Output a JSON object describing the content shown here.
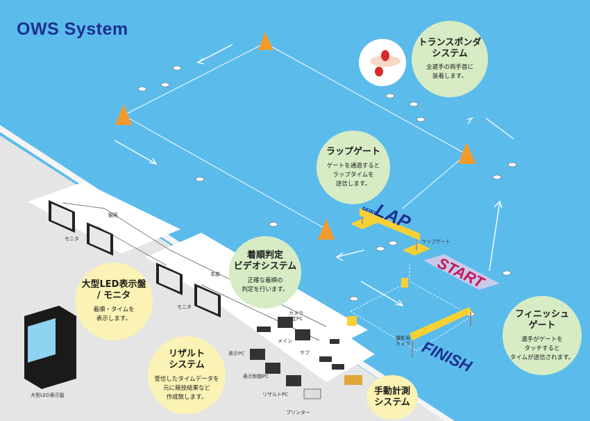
{
  "title": "OWS System",
  "bubbles": {
    "transponder": {
      "title_1": "トランスポンダ",
      "title_2": "システム",
      "desc_1": "全選手の両手首に",
      "desc_2": "装着します。"
    },
    "lapgate": {
      "title_1": "ラップゲート",
      "desc_1": "ゲートを通過すると",
      "desc_2": "ラップタイムを",
      "desc_3": "送信します。"
    },
    "video": {
      "title_1": "着順判定",
      "title_2": "ビデオシステム",
      "desc_1": "正確な着順の",
      "desc_2": "判定を行います。"
    },
    "led": {
      "title_1": "大型LED表示盤",
      "title_2": "/ モニタ",
      "desc_1": "着順・タイムを",
      "desc_2": "表示します。"
    },
    "finish": {
      "title_1": "フィニッシュ",
      "title_2": "ゲート",
      "desc_1": "選手がゲートを",
      "desc_2": "タッチすると",
      "desc_3": "タイムが送信されます。"
    },
    "result": {
      "title_1": "リザルト",
      "title_2": "システム",
      "desc_1": "受信したタイムデータを",
      "desc_2": "元に競技結果など",
      "desc_3": "作成致します。"
    },
    "manual": {
      "title_1": "手動計測",
      "title_2": "システム"
    }
  },
  "labels": {
    "audience": "観客",
    "monitor_1": "モニタ",
    "headquarters": "本部",
    "monitor_2": "モニタ",
    "led_board": "大型LED表示盤",
    "camera_pc": "カメラ",
    "camera_pc_2": "判定PC",
    "main": "メイン",
    "sub": "サブ",
    "display_pc": "表示PC",
    "display_control_pc": "表示制御PC",
    "result_pc": "リザルトPC",
    "printer": "プリンター",
    "lap_gate": "ラップゲート",
    "camera_1": "撮影用",
    "camera_2": "カメラ",
    "seiko": "SEIKO"
  },
  "water_text": {
    "lap": "LAP",
    "start": "START",
    "finish": "FINISH"
  },
  "colors": {
    "water": "#5bbcec",
    "deck": "#e4e4e4",
    "title": "#1e2f8f",
    "bubble_green": "#d7ecc4",
    "bubble_yellow": "#fbf3b5",
    "buoy": "#f29a2e"
  }
}
